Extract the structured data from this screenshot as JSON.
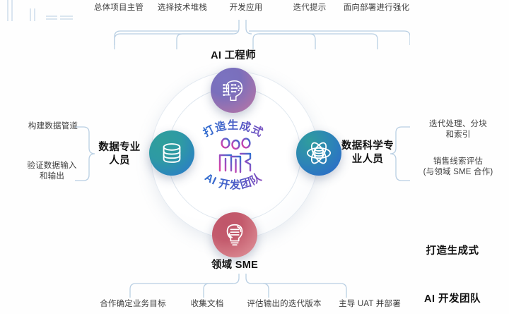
{
  "diagram": {
    "center": {
      "arc_top_text": "打造生成式",
      "arc_bottom_text": "AI 开发团队",
      "icon": "people-team-icon"
    },
    "nodes": {
      "top": {
        "label": "AI 工程师",
        "icon": "ai-head-circuit-icon"
      },
      "left": {
        "label": "数据专业\n人员",
        "icon": "database-icon"
      },
      "right": {
        "label": "数据科学专\n业人员",
        "icon": "atom-data-icon"
      },
      "bottom": {
        "label": "领域 SME",
        "icon": "lightbulb-idea-icon"
      }
    },
    "top_tasks": [
      "总体项目主管",
      "选择技术堆栈",
      "开发应用",
      "迭代提示",
      "面向部署进行强化"
    ],
    "bottom_tasks": [
      "合作确定业务目标",
      "收集文档",
      "评估输出的迭代版本",
      "主导 UAT 并部署"
    ],
    "left_tasks": [
      "构建数据管道",
      "验证数据输入\n和输出"
    ],
    "right_tasks": [
      "迭代处理、分块\n和索引",
      "销售线索评估\n(与领域 SME 合作)"
    ],
    "corner_caption": {
      "line1": "打造生成式",
      "line2": "AI 开发团队"
    },
    "colors": {
      "background": "#fefefe",
      "brace": "#b9cfe3",
      "ring": "#dfe7ef",
      "text_primary": "#111111",
      "text_secondary": "#3d3d3d",
      "arc_gradient_start": "#2f6fd0",
      "arc_gradient_end": "#7a4fc0",
      "node_top": "#7a6fbc",
      "node_left": "#2b8fb8",
      "node_right": "#2d7ebd",
      "node_bottom": "#c35a6c"
    }
  }
}
